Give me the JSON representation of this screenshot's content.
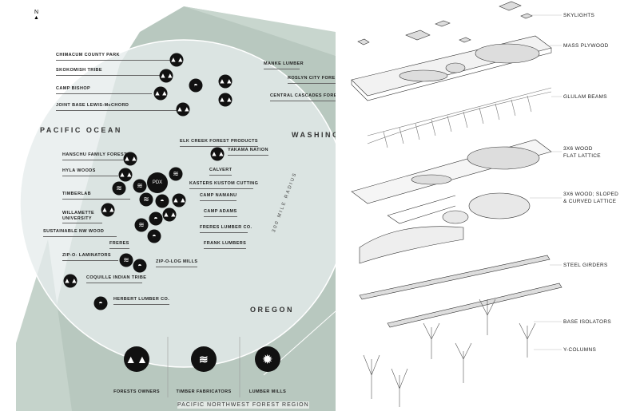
{
  "map": {
    "north_label": "N",
    "regions": {
      "ocean": "PACIFIC OCEAN",
      "washington": "WASHINGTON",
      "oregon": "OREGON"
    },
    "radius_label": "300 MILE RADIUS",
    "footer_title": "PACIFIC NORTHWEST FOREST REGION",
    "sites": [
      {
        "name": "CHIMACUM COUNTY PARK",
        "type": "forest-owner"
      },
      {
        "name": "SKOKOMISH TRIBE",
        "type": "forest-owner"
      },
      {
        "name": "CAMP BISHOP",
        "type": "forest-owner"
      },
      {
        "name": "JOINT BASE LEWIS-McCHORD",
        "type": "forest-owner"
      },
      {
        "name": "MANKE LUMBER",
        "type": "lumber-mill"
      },
      {
        "name": "ROSLYN CITY FOREST",
        "type": "forest-owner"
      },
      {
        "name": "CENTRAL CASCADES FOREST",
        "type": "forest-owner"
      },
      {
        "name": "ELK CREEK FOREST PRODUCTS",
        "type": "timber-fabricator"
      },
      {
        "name": "YAKAMA NATION",
        "type": "forest-owner"
      },
      {
        "name": "HANSCHU FAMILY FOREST",
        "type": "forest-owner"
      },
      {
        "name": "HYLA WOODS",
        "type": "forest-owner"
      },
      {
        "name": "CALVERT",
        "type": "timber-fabricator"
      },
      {
        "name": "KASTERS KUSTOM CUTTING",
        "type": "lumber-mill"
      },
      {
        "name": "TIMBERLAB",
        "type": "timber-fabricator"
      },
      {
        "name": "CAMP NAMANU",
        "type": "forest-owner"
      },
      {
        "name": "WILLAMETTE UNIVERSITY",
        "type": "forest-owner"
      },
      {
        "name": "CAMP ADAMS",
        "type": "forest-owner"
      },
      {
        "name": "SUSTAINABLE NW WOOD",
        "type": "timber-fabricator"
      },
      {
        "name": "FRERES LUMBER CO.",
        "type": "lumber-mill"
      },
      {
        "name": "FRERES",
        "type": "timber-fabricator"
      },
      {
        "name": "FRANK LUMBERS",
        "type": "lumber-mill"
      },
      {
        "name": "ZIP-O- LAMINATORS",
        "type": "timber-fabricator"
      },
      {
        "name": "ZIP-O-LOG MILLS",
        "type": "lumber-mill"
      },
      {
        "name": "COQUILLE INDIAN TRIBE",
        "type": "forest-owner"
      },
      {
        "name": "HERBERT LUMBER CO.",
        "type": "lumber-mill"
      }
    ],
    "pdx_label": "PDX",
    "legend": [
      {
        "label": "FORESTS OWNERS",
        "icon": "trees-icon"
      },
      {
        "label": "TIMBER FABRICATORS",
        "icon": "waves-icon"
      },
      {
        "label": "LUMBER MILLS",
        "icon": "saw-blade-icon"
      }
    ]
  },
  "diagram": {
    "labels": [
      "SKYLIGHTS",
      "MASS PLYWOOD",
      "GLULAM BEAMS",
      "3X6 WOOD\nFLAT LATTICE",
      "3X6 WOOD; SLOPED\n& CURVED LATTICE",
      "STEEL GIRDERS",
      "BASE ISOLATORS",
      "Y-COLUMNS"
    ]
  },
  "colors": {
    "land": "#b8c8bf",
    "circle": "#e6ecec",
    "marker": "#111111"
  }
}
